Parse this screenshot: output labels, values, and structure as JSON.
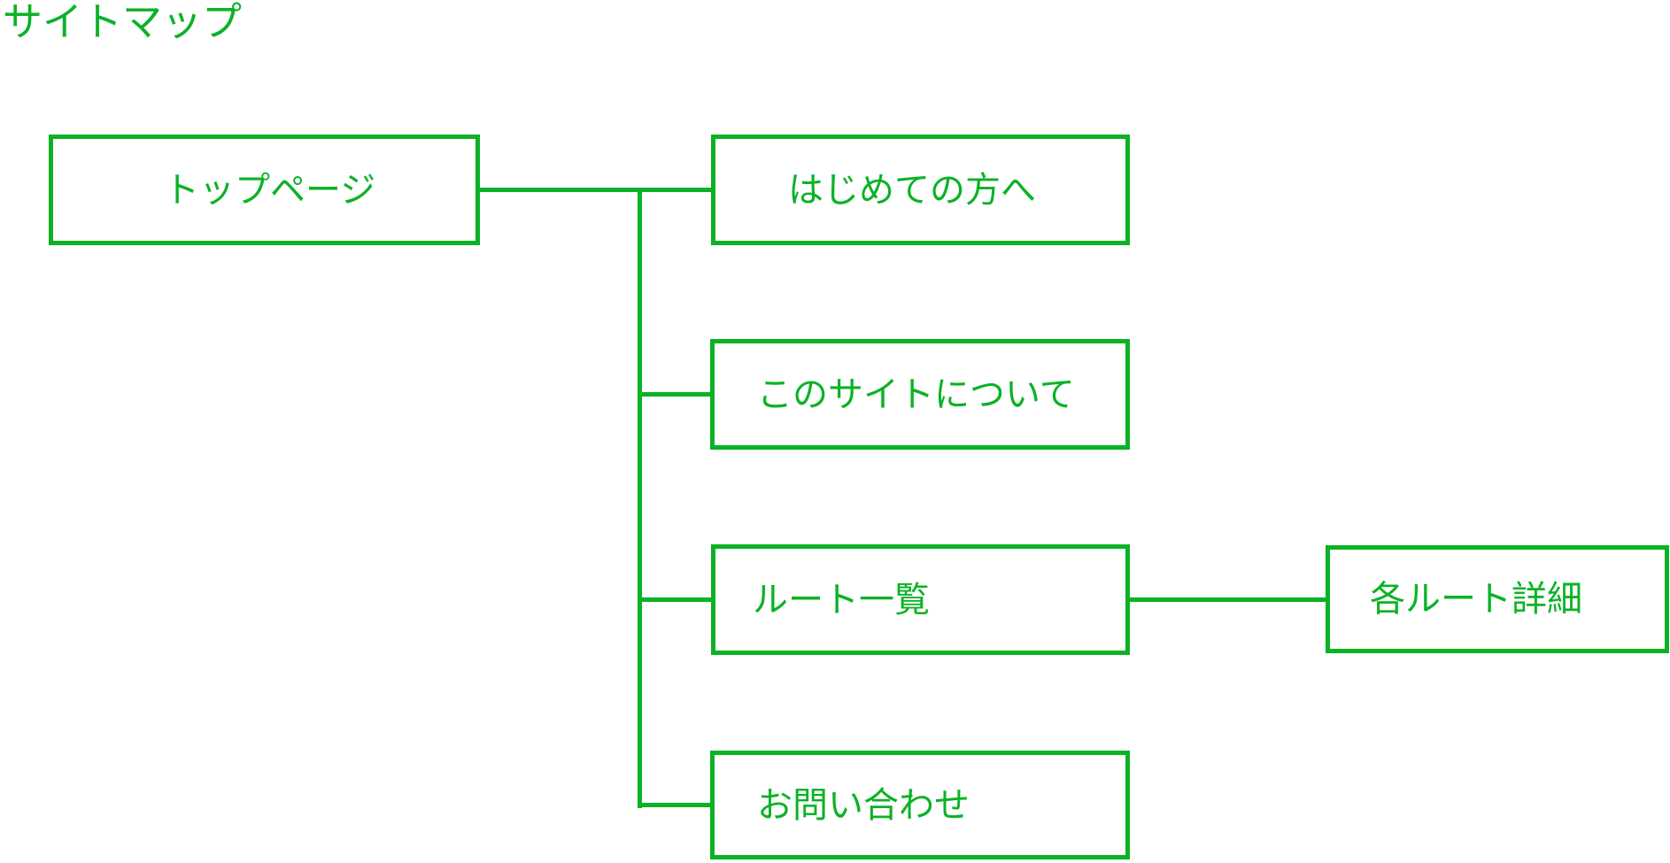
{
  "diagram": {
    "title": "サイトマップ",
    "accent_color": "#0BB226",
    "background_color": "#FFFFFF",
    "nodes": [
      {
        "id": "top-page",
        "label": "トップページ"
      },
      {
        "id": "first-visit",
        "label": "はじめての方へ"
      },
      {
        "id": "about-site",
        "label": "このサイトについて"
      },
      {
        "id": "route-list",
        "label": "ルート一覧"
      },
      {
        "id": "contact",
        "label": "お問い合わせ"
      },
      {
        "id": "route-detail",
        "label": "各ルート詳細"
      }
    ],
    "edges": [
      {
        "from": "top-page",
        "to": "first-visit"
      },
      {
        "from": "top-page",
        "to": "about-site"
      },
      {
        "from": "top-page",
        "to": "route-list"
      },
      {
        "from": "top-page",
        "to": "contact"
      },
      {
        "from": "route-list",
        "to": "route-detail"
      }
    ]
  }
}
